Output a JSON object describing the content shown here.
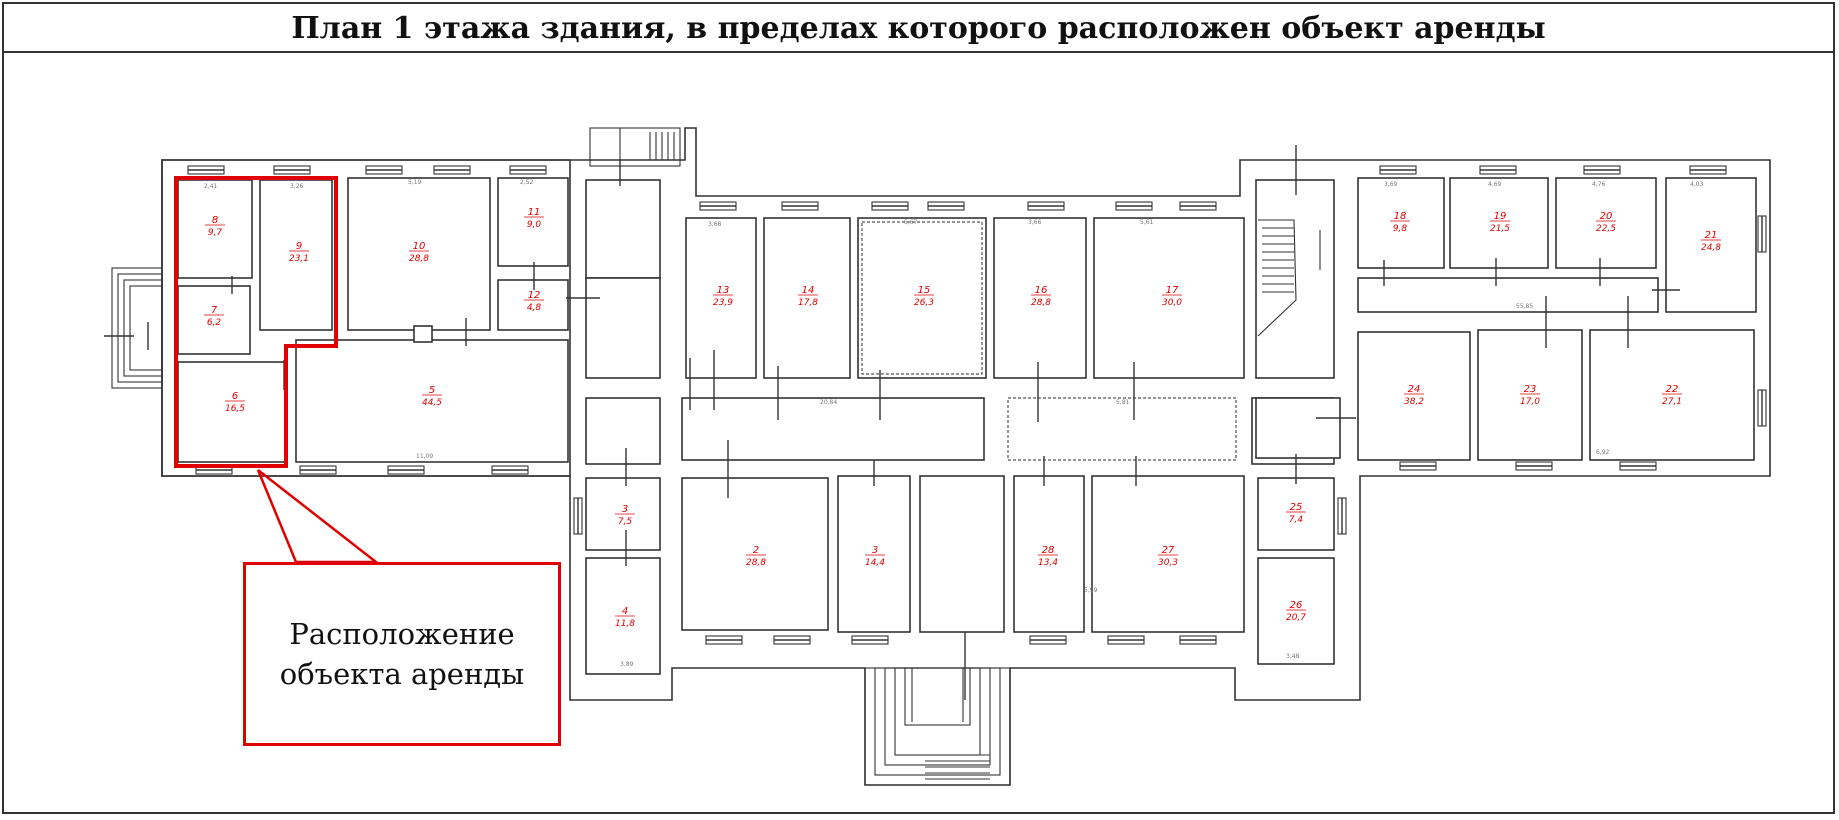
{
  "title": "План 1 этажа здания, в пределах которого расположен объект аренды",
  "callout": {
    "line1": "Расположение",
    "line2": "объекта аренды"
  },
  "colors": {
    "highlight": "#e00000",
    "ink": "#333333"
  },
  "rooms": [
    {
      "id": "8",
      "num": "8",
      "area": "9,7"
    },
    {
      "id": "9",
      "num": "9",
      "area": "23,1"
    },
    {
      "id": "7",
      "num": "7",
      "area": "6,2"
    },
    {
      "id": "6",
      "num": "6",
      "area": "16,5"
    },
    {
      "id": "10",
      "num": "10",
      "area": "28,8"
    },
    {
      "id": "11",
      "num": "11",
      "area": "9,0"
    },
    {
      "id": "12",
      "num": "12",
      "area": "4,8"
    },
    {
      "id": "5",
      "num": "5",
      "area": "44,5"
    },
    {
      "id": "13",
      "num": "13",
      "area": "23,9"
    },
    {
      "id": "14",
      "num": "14",
      "area": "17,8"
    },
    {
      "id": "15",
      "num": "15",
      "area": "26,3"
    },
    {
      "id": "16",
      "num": "16",
      "area": "28,8"
    },
    {
      "id": "17",
      "num": "17",
      "area": "30,0"
    },
    {
      "id": "18",
      "num": "18",
      "area": "9,8"
    },
    {
      "id": "19",
      "num": "19",
      "area": "21,5"
    },
    {
      "id": "20",
      "num": "20",
      "area": "22,5"
    },
    {
      "id": "21",
      "num": "21",
      "area": "24,8"
    },
    {
      "id": "24",
      "num": "24",
      "area": "38,2"
    },
    {
      "id": "23",
      "num": "23",
      "area": "17,0"
    },
    {
      "id": "22",
      "num": "22",
      "area": "27,1"
    },
    {
      "id": "3a",
      "num": "3",
      "area": "7,5"
    },
    {
      "id": "4",
      "num": "4",
      "area": "11,8"
    },
    {
      "id": "2",
      "num": "2",
      "area": "28,8"
    },
    {
      "id": "3b",
      "num": "3",
      "area": "14,4"
    },
    {
      "id": "28",
      "num": "28",
      "area": "13,4"
    },
    {
      "id": "27",
      "num": "27",
      "area": "30,3"
    },
    {
      "id": "25",
      "num": "25",
      "area": "7,4"
    },
    {
      "id": "26",
      "num": "26",
      "area": "20,7"
    }
  ]
}
